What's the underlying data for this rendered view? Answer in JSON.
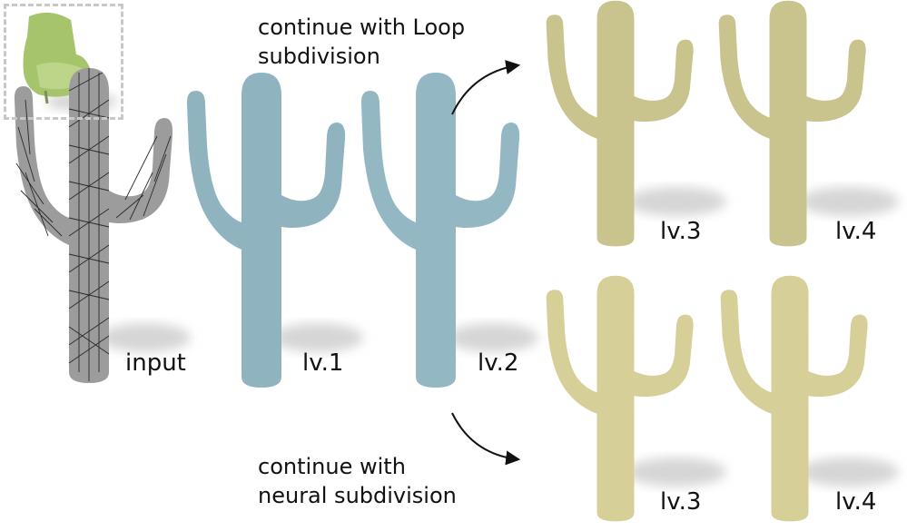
{
  "captions": {
    "loop_line1": "continue with Loop",
    "loop_line2": "subdivision",
    "neural_line1": "continue with",
    "neural_line2": "neural subdivision"
  },
  "labels": {
    "input": "input",
    "lv1": "lv.1",
    "lv2": "lv.2",
    "loop_lv3": "lv.3",
    "loop_lv4": "lv.4",
    "neural_lv3": "lv.3",
    "neural_lv4": "lv.4"
  },
  "colors": {
    "input_mesh": "#9c9c9c",
    "mesh_lines": "#2a2a2a",
    "coarse_blue": "#8fb4c0",
    "loop_yellow": "#c9c38d",
    "neural_yellow": "#d6cf98",
    "chair_green": "#a6c46c",
    "shadow": "#d8d8d8",
    "arrow": "#111111"
  },
  "icons": {
    "thumbnail": "chair-icon",
    "arrows": "curved-arrow-icon"
  }
}
